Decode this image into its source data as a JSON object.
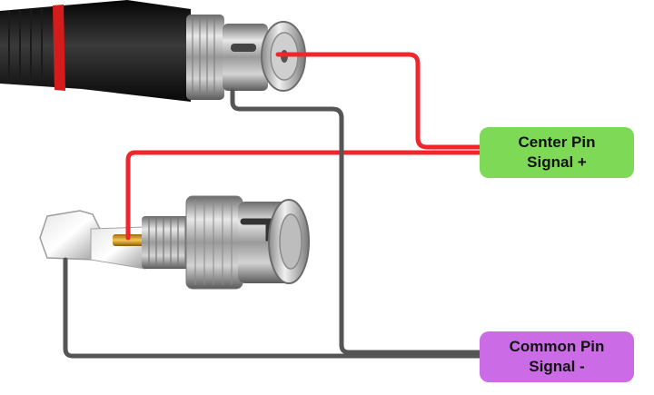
{
  "labels": {
    "center": {
      "line1": "Center Pin",
      "line2": "Signal +",
      "color": "#7ED957"
    },
    "common": {
      "line1": "Common Pin",
      "line2": "Signal -",
      "color": "#CB6CE6"
    }
  },
  "colors": {
    "signal_wire": "#F0262C",
    "ground_wire": "#555555"
  }
}
